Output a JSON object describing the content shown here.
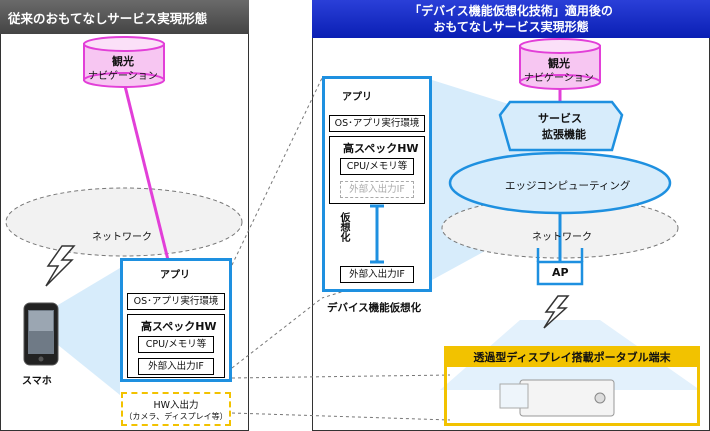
{
  "left_panel": {
    "title": "従来のおもてなしサービス実現形態",
    "tourism_nav": {
      "line1": "観光",
      "line2": "ナビゲーション"
    },
    "network_label": "ネットワーク",
    "smartphone_label": "スマホ",
    "device_stack": {
      "app_label": "アプリ",
      "os_env": "OS･アプリ実行環境",
      "high_spec_hw": "高スペックHW",
      "cpu_memory": "CPU/メモリ等",
      "external_io": "外部入出力IF"
    },
    "hw_io": {
      "line1": "HW入出力",
      "line2": "（カメラ、ディスプレイ等）"
    }
  },
  "right_panel": {
    "title_line1": "「デバイス機能仮想化技術」適用後の",
    "title_line2": "おもてなしサービス実現形態",
    "tourism_nav": {
      "line1": "観光",
      "line2": "ナビゲーション"
    },
    "service_extension": {
      "line1": "サービス",
      "line2": "拡張機能"
    },
    "edge_computing": "エッジコンピューティング",
    "network_label": "ネットワーク",
    "ap_label": "AP",
    "virtual_stack": {
      "app_label": "アプリ",
      "os_env": "OS･アプリ実行環境",
      "high_spec_hw": "高スペックHW",
      "cpu_memory": "CPU/メモリ等",
      "external_io_faded": "外部入出力IF",
      "virtualization": "仮想化",
      "external_io": "外部入出力IF"
    },
    "device_virtualization_label": "デバイス機能仮想化",
    "portable_terminal_title": "透過型ディスプレイ搭載ポータブル端末"
  },
  "colors": {
    "magenta": "#e23fd8",
    "pink_fill": "#f7c6f2",
    "blue": "#1e90e0",
    "light_blue_fill": "#d7ecfb",
    "header_gray": "#555555",
    "header_blue": "#0a1fb4",
    "yellow": "#f2c200"
  }
}
